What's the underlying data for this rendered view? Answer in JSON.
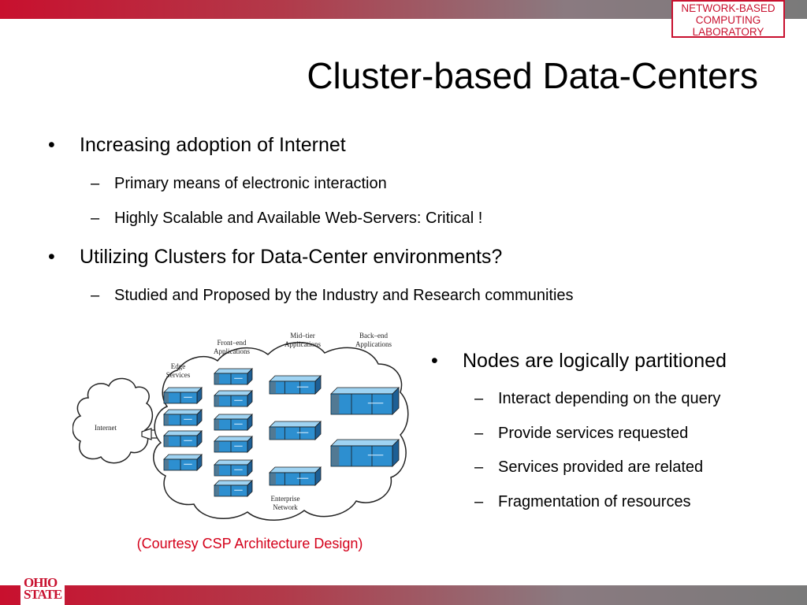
{
  "logo": {
    "line1": "NETWORK-BASED",
    "line2": "COMPUTING",
    "line3": "LABORATORY"
  },
  "slide": {
    "title": "Cluster-based Data-Centers",
    "bullets": [
      {
        "text": "Increasing adoption of Internet",
        "subs": [
          "Primary means of electronic interaction",
          "Highly Scalable and Available Web-Servers: Critical !"
        ]
      },
      {
        "text": "Utilizing Clusters for Data-Center environments?",
        "subs": [
          "Studied and Proposed by the Industry and Research communities"
        ]
      }
    ],
    "right_bullet": {
      "text": "Nodes are logically partitioned",
      "subs": [
        "Interact depending on the query",
        "Provide services requested",
        "Services provided are related",
        "Fragmentation of resources"
      ]
    },
    "caption": "(Courtesy CSP Architecture Design)"
  },
  "diagram": {
    "labels": {
      "internet": "Internet",
      "edge_line1": "Edge",
      "edge_line2": "Services",
      "front_line1": "Front–end",
      "front_line2": "Applications",
      "mid_line1": "Mid–tier",
      "mid_line2": "Applications",
      "back_line1": "Back–end",
      "back_line2": "Applications",
      "ent_line1": "Enterprise",
      "ent_line2": "Network"
    },
    "colors": {
      "node_face": "#2d8fd0",
      "node_top": "#9fd3f2",
      "node_side": "#1d5f95"
    }
  },
  "footer_logo": {
    "line1": "OHIO",
    "line2": "STATE"
  },
  "colors": {
    "brand_red": "#c8102e",
    "caption_red": "#d4001a"
  }
}
